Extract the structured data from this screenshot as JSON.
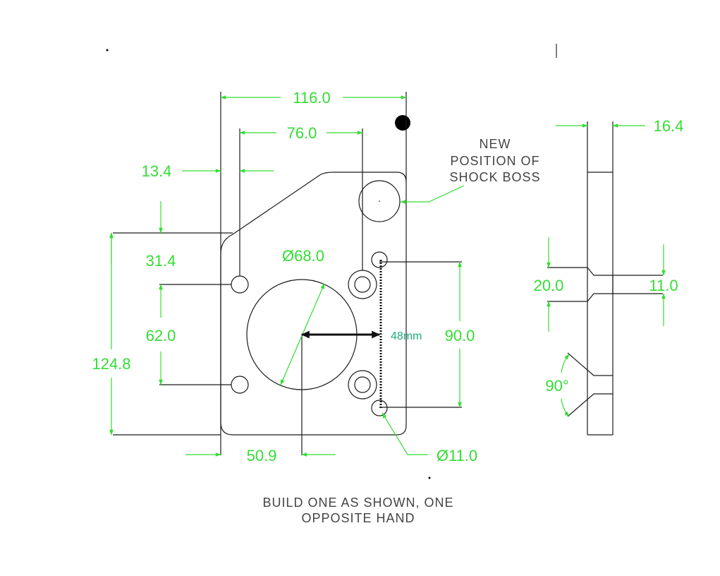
{
  "dimensions": {
    "overall_width": "116.0",
    "hole_spacing_width": "76.0",
    "left_offset": "13.4",
    "thickness": "16.4",
    "top_offset": "31.4",
    "large_bore": "Ø68.0",
    "hole_spacing_v": "62.0",
    "overall_height": "124.8",
    "right_hole_spacing": "90.0",
    "side_width_a": "20.0",
    "side_width_b": "11.0",
    "angle": "90°",
    "bore_offset": "50.9",
    "small_hole": "Ø11.0"
  },
  "notes": {
    "shock_boss_line1": "NEW",
    "shock_boss_line2": "POSITION OF",
    "shock_boss_line3": "SHOCK BOSS",
    "build_line1": "BUILD ONE AS SHOWN, ONE",
    "build_line2": "OPPOSITE HAND"
  },
  "measurement": {
    "label": "48mm"
  },
  "colors": {
    "dimension": "#33dd33",
    "outline": "#1a1a1a",
    "measurement_text": "#22aa77"
  }
}
